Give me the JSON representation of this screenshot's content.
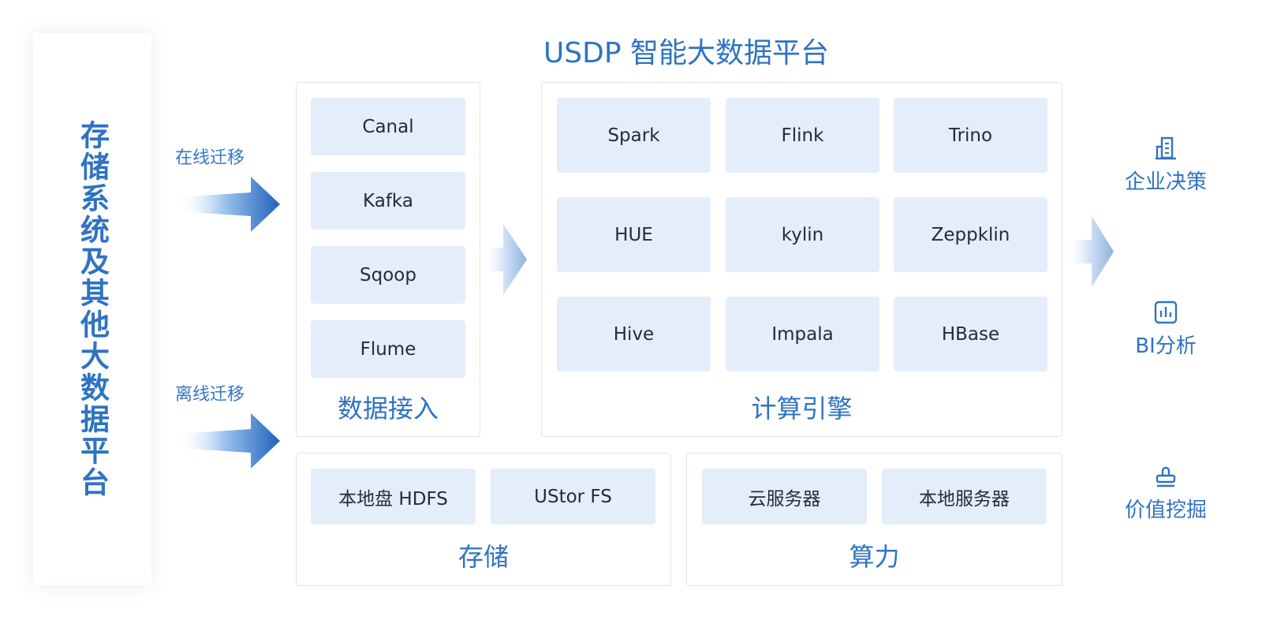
{
  "title": "USDP 智能大数据平台",
  "left_panel": {
    "label": "存储系统及其他大数据平台"
  },
  "migrations": {
    "online": "在线迁移",
    "offline": "离线迁移"
  },
  "ingest": {
    "label": "数据接入",
    "items": [
      "Canal",
      "Kafka",
      "Sqoop",
      "Flume"
    ]
  },
  "compute": {
    "label": "计算引擎",
    "items": [
      "Spark",
      "Flink",
      "Trino",
      "HUE",
      "kylin",
      "Zeppklin",
      "Hive",
      "Impala",
      "HBase"
    ]
  },
  "storage": {
    "label": "存储",
    "items": [
      "本地盘 HDFS",
      "UStor FS"
    ]
  },
  "power": {
    "label": "算力",
    "items": [
      "云服务器",
      "本地服务器"
    ]
  },
  "outputs": [
    {
      "label": "企业决策",
      "icon": "building-icon"
    },
    {
      "label": "BI分析",
      "icon": "bar-chart-icon"
    },
    {
      "label": "价值挖掘",
      "icon": "stamp-icon"
    }
  ],
  "colors": {
    "accent": "#2f73c2",
    "tile_bg": "#e3eefa",
    "panel_border": "#dfe3ea"
  }
}
